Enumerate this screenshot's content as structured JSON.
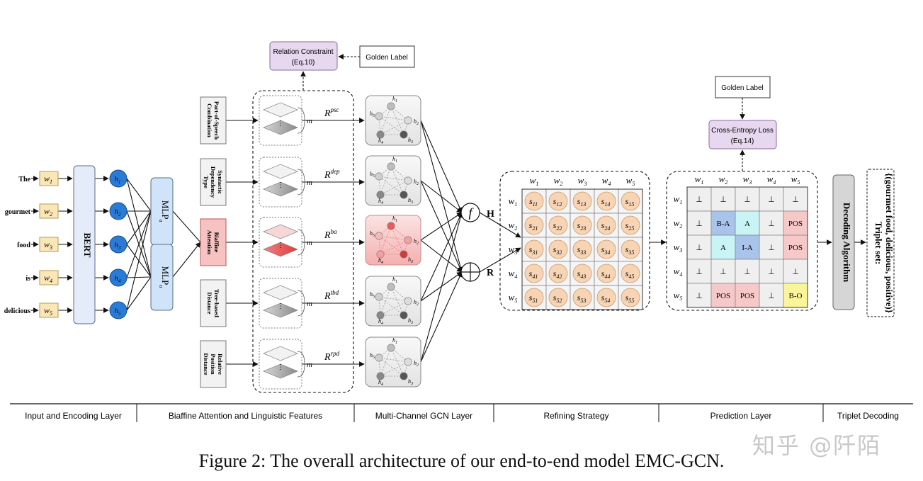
{
  "words": [
    "The",
    "gourmet",
    "food",
    "is",
    "delicious"
  ],
  "w_labels": [
    "w",
    "w",
    "w",
    "w",
    "w"
  ],
  "h_labels": [
    "h",
    "h",
    "h",
    "h",
    "h"
  ],
  "bert_label": "BERT",
  "mlp_a": "MLP",
  "mlp_a_sub": "a",
  "mlp_o": "MLP",
  "mlp_o_sub": "o",
  "features": [
    {
      "label": "Part-of-Speech Combination",
      "r": "psc"
    },
    {
      "label": "Syntactic Dependency Type",
      "r": "dep"
    },
    {
      "label": "Biaffine Attention",
      "r": "ba"
    },
    {
      "label": "Tree-based Distance",
      "r": "tbd"
    },
    {
      "label": "Relative Position Distance",
      "r": "rpd"
    }
  ],
  "r_letter": "R",
  "m_letter": "m",
  "relation_constraint": {
    "line1": "Relation Constraint",
    "line2": "(Eq.10)"
  },
  "golden_label": "Golden Label",
  "cross_entropy": {
    "line1": "Cross-Entropy Loss",
    "line2": "(Eq.14)"
  },
  "f_symbol": "f",
  "plus_symbol": "+",
  "H_label": "H",
  "R_label": "R",
  "s_letter": "s",
  "pred_grid": [
    [
      "⊥",
      "⊥",
      "⊥",
      "⊥",
      "⊥"
    ],
    [
      "⊥",
      "B-A",
      "A",
      "⊥",
      "POS"
    ],
    [
      "⊥",
      "A",
      "I-A",
      "⊥",
      "POS"
    ],
    [
      "⊥",
      "⊥",
      "⊥",
      "⊥",
      "⊥"
    ],
    [
      "⊥",
      "POS",
      "POS",
      "⊥",
      "B-O"
    ]
  ],
  "pred_colors": {
    "B-A": "#a9c4ea",
    "I-A": "#a9c4ea",
    "A": "#c8f4f6",
    "POS": "#f6c8c8",
    "B-O": "#fbf59a",
    "⊥": "#efefef"
  },
  "decoding_algorithm": "Decoding Algorithm",
  "triplet_set": {
    "line1": "Triplet set:",
    "line2": "{(gourmet food, delicious, positive)}"
  },
  "layers": [
    "Input and Encoding Layer",
    "Biaffine Attention and Linguistic Features",
    "Multi-Channel GCN Layer",
    "Refining Strategy",
    "Prediction Layer",
    "Triplet Decoding"
  ],
  "caption": "Figure 2: The overall architecture of our end-to-end model EMC-GCN.",
  "watermark": "知乎 @阡陌"
}
